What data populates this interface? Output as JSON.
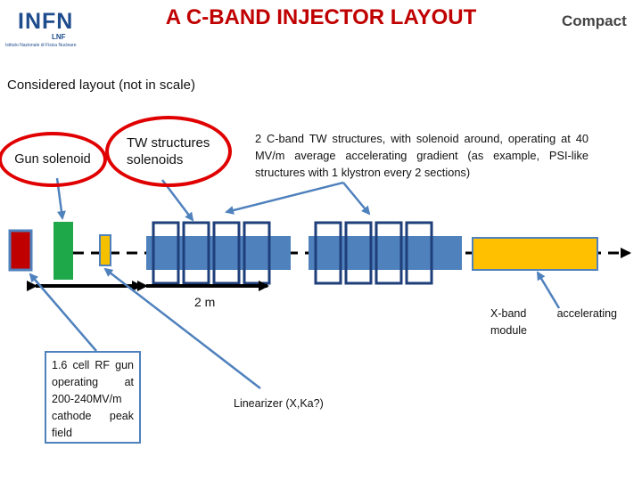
{
  "header": {
    "title": "A C-BAND INJECTOR LAYOUT",
    "logo_left_text": "INFN",
    "logo_left_subtext": "LNF",
    "logo_left_fine": "Istituto Nazionale di Fisica Nucleare",
    "logo_right_text": "Compact"
  },
  "subtitle": "Considered layout (not in scale)",
  "labels": {
    "gun_solenoid": "Gun solenoid",
    "tw_structures_line1": "TW structures",
    "tw_structures_line2": "solenoids",
    "description": "2 C-band TW structures, with solenoid around, operating at 40 MV/m average accelerating gradient (as example, PSI-like structures with 1 klystron every 2 sections)",
    "scale_bar": "2 m",
    "rf_gun": "1.6 cell RF gun operating at 200-240MV/m cathode peak field",
    "linearizer": "Linearizer (X,Ka?)",
    "xband": "X-band accelerating module"
  },
  "colors": {
    "title": "#c00000",
    "bubble_border": "#e00000",
    "gun": "#c00000",
    "solenoid": "#1ea84a",
    "yellow_element": "#f5c000",
    "tw_structure": "#4f81bd",
    "xband_module": "#ffc000",
    "arrow": "#4f81bd"
  }
}
